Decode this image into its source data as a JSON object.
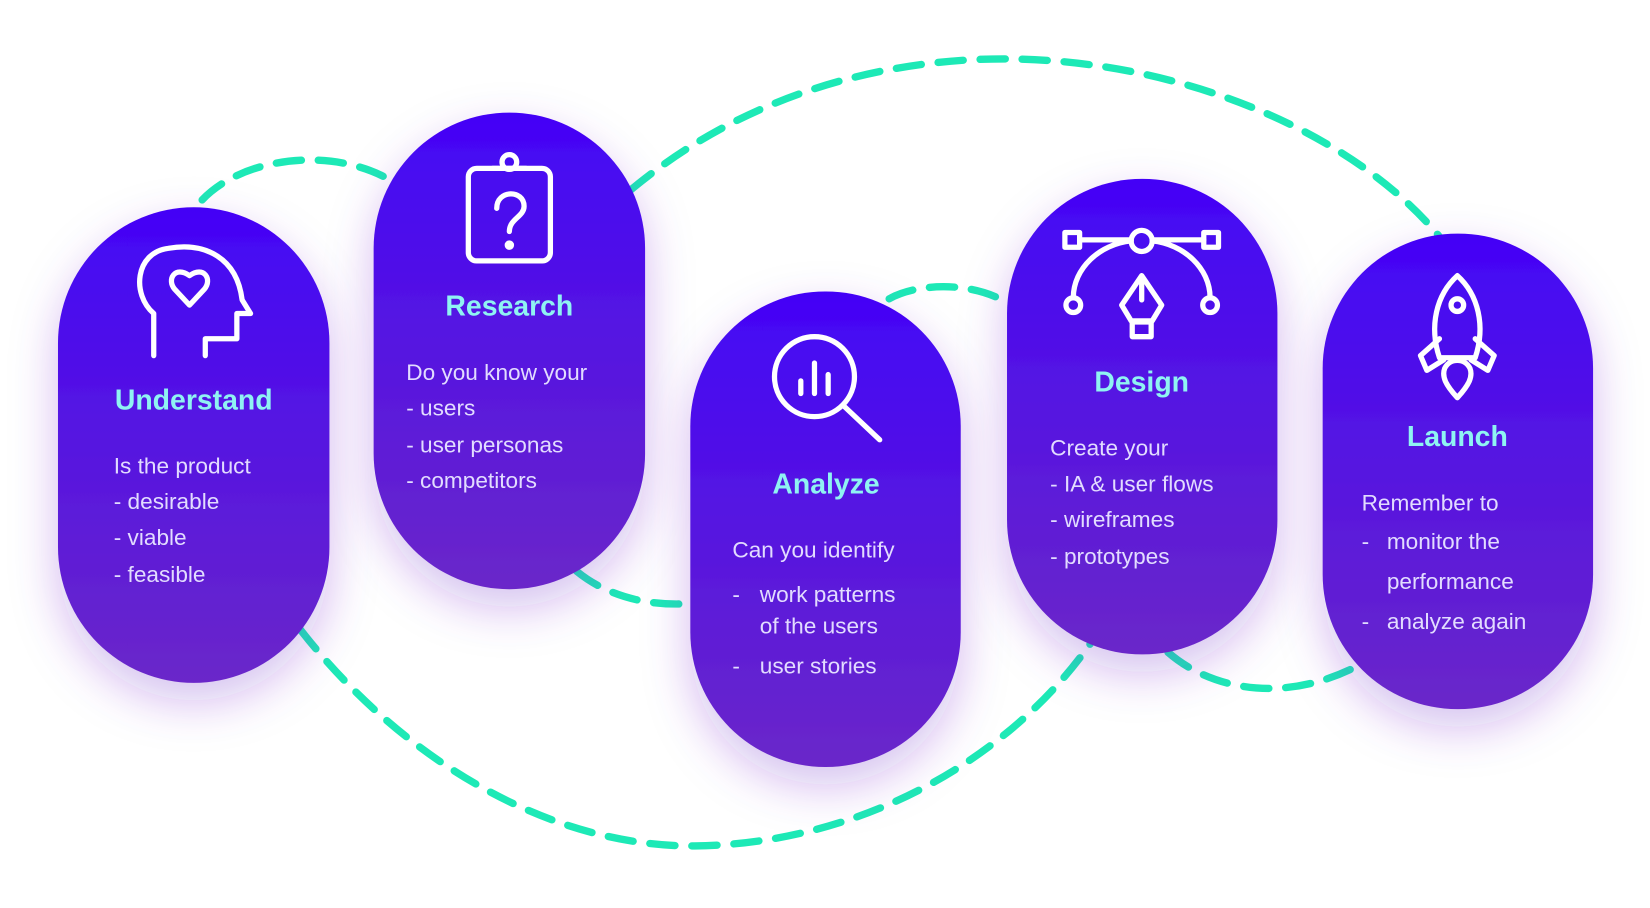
{
  "colors": {
    "dash": "#1de9b6",
    "pill_top": "#4304f7",
    "pill_bottom": "#6a27c9",
    "title": "#8ff3f2"
  },
  "steps": [
    {
      "title": "Understand",
      "icon": "head-heart-icon",
      "lines": [
        "Is the product",
        "- desirable",
        "- viable",
        "- feasible"
      ]
    },
    {
      "title": "Research",
      "icon": "clipboard-question-icon",
      "lines": [
        "Do you know your",
        "- users",
        "- user personas",
        "- competitors"
      ]
    },
    {
      "title": "Analyze",
      "icon": "magnifier-chart-icon",
      "lines": [
        "Can you identify",
        "-",
        "work patterns",
        "of the users",
        "-",
        "user stories"
      ]
    },
    {
      "title": "Design",
      "icon": "pen-bezier-icon",
      "lines": [
        "Create your",
        "- IA & user flows",
        "- wireframes",
        "- prototypes"
      ]
    },
    {
      "title": "Launch",
      "icon": "rocket-icon",
      "lines": [
        "Remember to",
        "-",
        "monitor the",
        "performance",
        "-",
        "analyze again"
      ]
    }
  ]
}
